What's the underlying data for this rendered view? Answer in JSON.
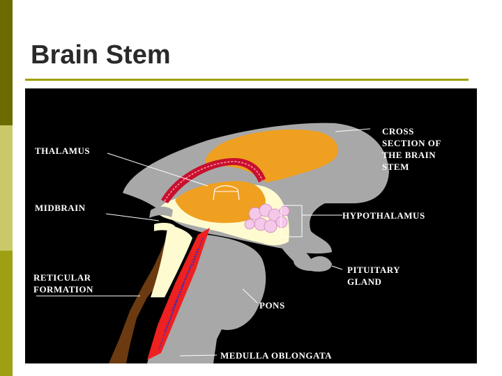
{
  "slide": {
    "title": "Brain Stem"
  },
  "diagram": {
    "labels": {
      "thalamus": "THALAMUS",
      "midbrain": "MIDBRAIN",
      "reticular_1": "RETICULAR",
      "reticular_2": "FORMATION",
      "cross_1": "CROSS",
      "cross_2": "SECTION OF",
      "cross_3": "THE BRAIN",
      "cross_4": "STEM",
      "hypothalamus": "HYPOTHALAMUS",
      "pituitary_1": "PITUITARY",
      "pituitary_2": "GLAND",
      "pons": "PONS",
      "medulla": "MEDULLA OBLONGATA"
    },
    "colors": {
      "background": "#000000",
      "tissue_gray": "#a8a8a8",
      "ventricle_orange": "#f0a020",
      "corpus_red": "#c8102e",
      "cream": "#fffbd0",
      "hypothalamus_pink": "#f4c8e8",
      "brown": "#6b3a10",
      "reticular_red": "#ee2020",
      "reticular_blue": "#3030c0"
    }
  }
}
